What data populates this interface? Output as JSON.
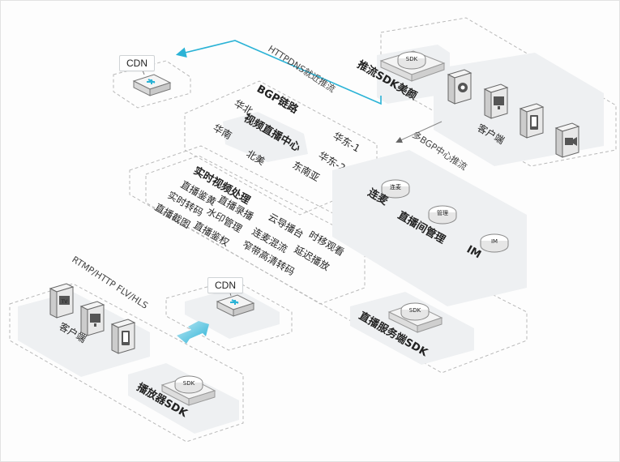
{
  "cdn_top": {
    "label": "CDN"
  },
  "cdn_bottom": {
    "label": "CDN"
  },
  "push_sdk": {
    "title": "推流SDK美颜",
    "badge": "SDK"
  },
  "push_clients": {
    "label": "客户端"
  },
  "httpdns_label": "HTTPDNS就近推流",
  "multi_bgp_label": "多BGP中心推流",
  "bgp": {
    "title": "BGP链路",
    "center": "视频直播中心",
    "regions": [
      "华北",
      "华南",
      "华东-1",
      "华东-2",
      "北美",
      "东南亚"
    ]
  },
  "processing": {
    "title": "实时视频处理",
    "rows": [
      [
        "直播鉴黄",
        "直播录播",
        "云导播台",
        "时移观看"
      ],
      [
        "实时转码",
        "水印管理",
        "连麦混流",
        "延迟播放"
      ],
      [
        "直播截图",
        "直播鉴权",
        "窄带高清转码"
      ]
    ]
  },
  "services": {
    "lianmai": {
      "label": "连麦",
      "badge": "连麦"
    },
    "room": {
      "label": "直播间管理",
      "badge": "管理"
    },
    "im": {
      "label": "IM",
      "badge": "IM"
    }
  },
  "server_sdk": {
    "label": "直播服务端SDK",
    "badge": "SDK"
  },
  "rtmp_label": "RTMP/HTTP FLV/HLS",
  "play_clients": {
    "label": "客户端",
    "tv_badge": "TV"
  },
  "player_sdk": {
    "label": "播放器SDK",
    "badge": "SDK"
  },
  "colors": {
    "accent": "#2bb3d6",
    "panel": "#eef0f2",
    "dash": "#b9b9b9"
  }
}
